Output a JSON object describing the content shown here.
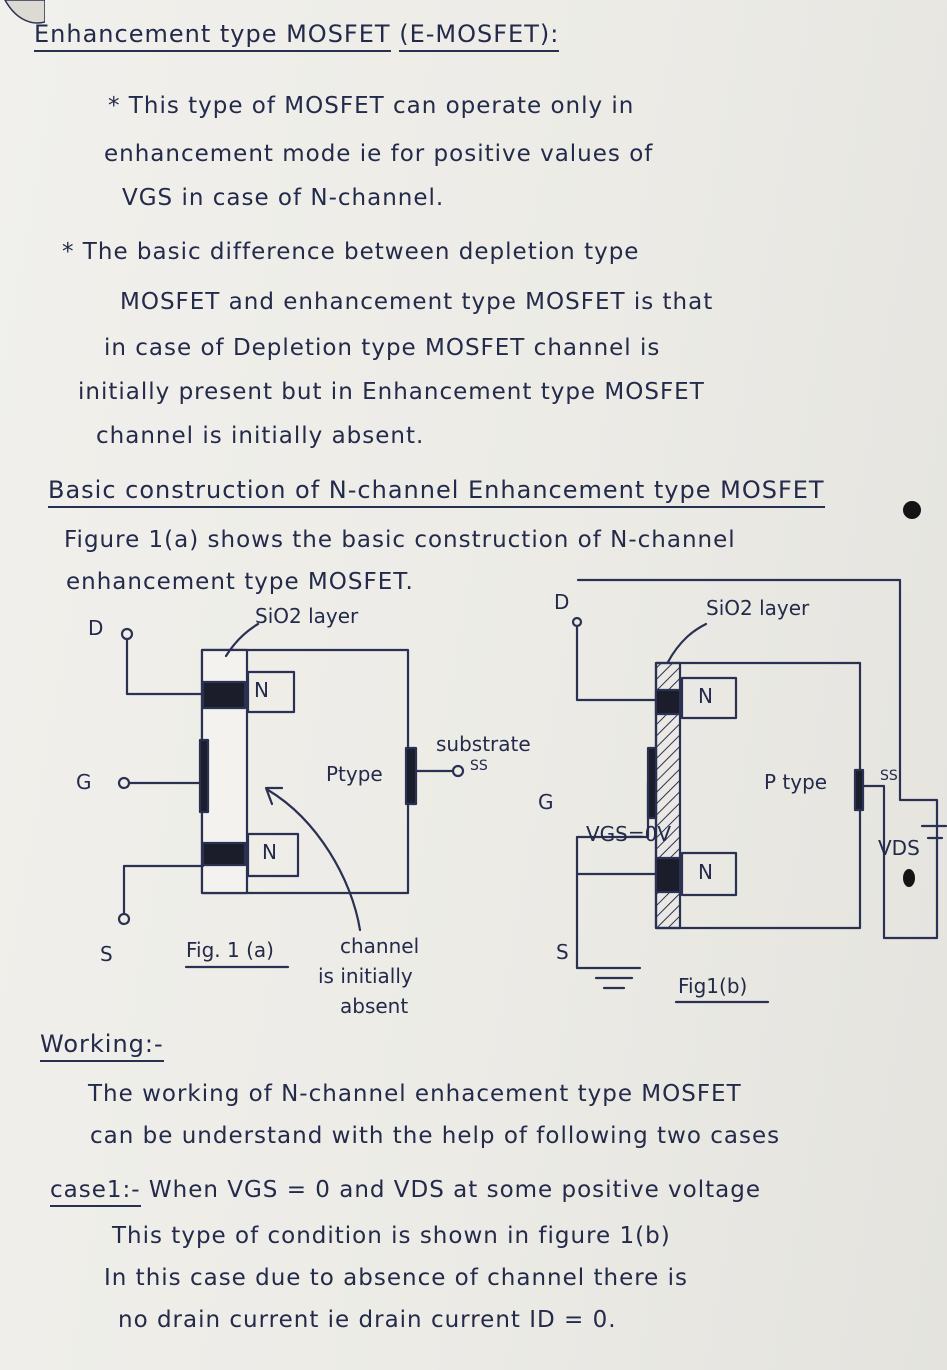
{
  "heading": {
    "main": "Enhancement type MOSFET",
    "abbrev": "(E-MOSFET):"
  },
  "para1": [
    "* This type of MOSFET can operate only in",
    "enhancement mode ie for positive values of",
    "VGS in case of N-channel."
  ],
  "para2": [
    "* The basic difference between depletion type",
    "MOSFET and enhancement type MOSFET is that",
    "in case of Depletion type MOSFET channel is",
    "initially present but in Enhancement type MOSFET",
    "channel is initially absent."
  ],
  "section": {
    "heading": "Basic construction of N-channel Enhancement type MOSFET",
    "lines": [
      "Figure 1(a) shows the basic construction of N-channel",
      "enhancement type MOSFET."
    ]
  },
  "diagrams": {
    "fig_a": {
      "drain": "D",
      "gate": "G",
      "source": "S",
      "sio2": "SiO2 layer",
      "n_top": "N",
      "n_bottom": "N",
      "ptype": "Ptype",
      "substrate": "substrate",
      "ss": "SS",
      "caption": "Fig. 1 (a)",
      "channel": [
        "channel",
        "is initially",
        "absent"
      ]
    },
    "fig_b": {
      "drain": "D",
      "gate": "G",
      "source": "S",
      "sio2": "SiO2 layer",
      "vgs": "VGS=0V",
      "n_top": "N",
      "n_bottom": "N",
      "ptype": "P type",
      "ss": "SS",
      "vds": "VDS",
      "caption": "Fig1(b)"
    }
  },
  "working": {
    "heading": "Working:-",
    "lines": [
      "The working of N-channel enhacement type MOSFET",
      "can be understand with the help of following two cases"
    ]
  },
  "case1": {
    "label": "case1:-",
    "condition": "When VGS = 0 and VDS at some positive voltage",
    "lines": [
      "This type of condition is shown in figure 1(b)",
      "In this case due to absence of channel there is",
      "no drain current ie drain current ID = 0."
    ]
  }
}
